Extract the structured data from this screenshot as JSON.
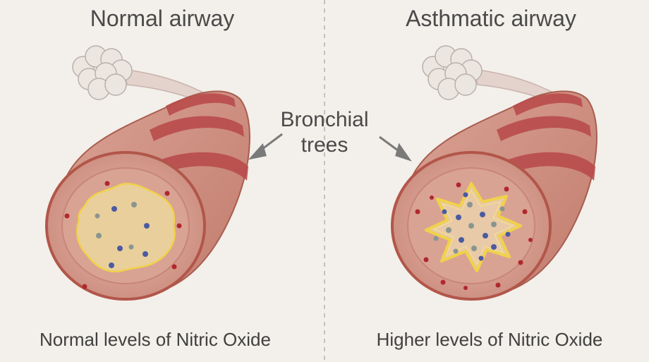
{
  "left_panel": {
    "title": "Normal airway",
    "caption": "Normal levels of Nitric Oxide"
  },
  "right_panel": {
    "title": "Asthmatic airway",
    "caption": "Higher levels of Nitric Oxide"
  },
  "center_label": {
    "line1": "Bronchial",
    "line2": "trees"
  },
  "colors": {
    "background": "#f3efea",
    "tube_wall": "#c98a7c",
    "tube_band": "#b84b4b",
    "lumen_normal": "#e9cf9c",
    "lumen_asthma": "#e8c9a8",
    "inflammation": "#f0d24a",
    "dot_red": "#b0282d",
    "dot_blue": "#4b5aa0",
    "dot_gray": "#8a958f",
    "alveoli": "#ece6e1",
    "arrow": "#7a7a7a"
  }
}
